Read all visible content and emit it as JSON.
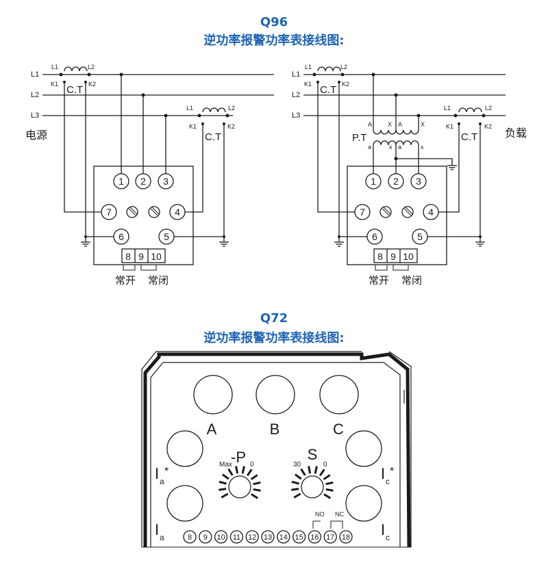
{
  "q96": {
    "model": "Q96",
    "title": "逆功率报警功率表接线图:",
    "lines": [
      "L1",
      "L2",
      "L3"
    ],
    "source_label": "电源",
    "load_label": "负载",
    "ct_label": "C.T",
    "ct_l1": "L1",
    "ct_l2": "L2",
    "ct_k1": "K1",
    "ct_k2": "K2",
    "pt_label": "P.T",
    "pt_terms": {
      "A": "A",
      "X": "X",
      "a": "a",
      "x": "x"
    },
    "terminals": {
      "t1": "1",
      "t2": "2",
      "t3": "3",
      "t4": "4",
      "t5": "5",
      "t6": "6",
      "t7": "7",
      "t8": "8",
      "t9": "9",
      "t10": "10"
    },
    "no_label": "常开",
    "nc_label": "常闭"
  },
  "q72": {
    "model": "Q72",
    "title": "逆功率报警功率表接线图:",
    "phase_labels": {
      "a": "A",
      "b": "B",
      "c": "C"
    },
    "ia_star": "I",
    "ia_sub": "a",
    "ic_star": "I",
    "ic_sub": "c",
    "star": "*",
    "ia": "I",
    "ic": "I",
    "knob_p": {
      "label": "-P",
      "max": "Max",
      "min": "0"
    },
    "knob_s": {
      "label": "S",
      "max": "30",
      "min": "0"
    },
    "no_label": "NO",
    "nc_label": "NC",
    "bottom_terms": [
      "8",
      "9",
      "10",
      "11",
      "12",
      "13",
      "14",
      "15",
      "16",
      "17",
      "18"
    ]
  }
}
